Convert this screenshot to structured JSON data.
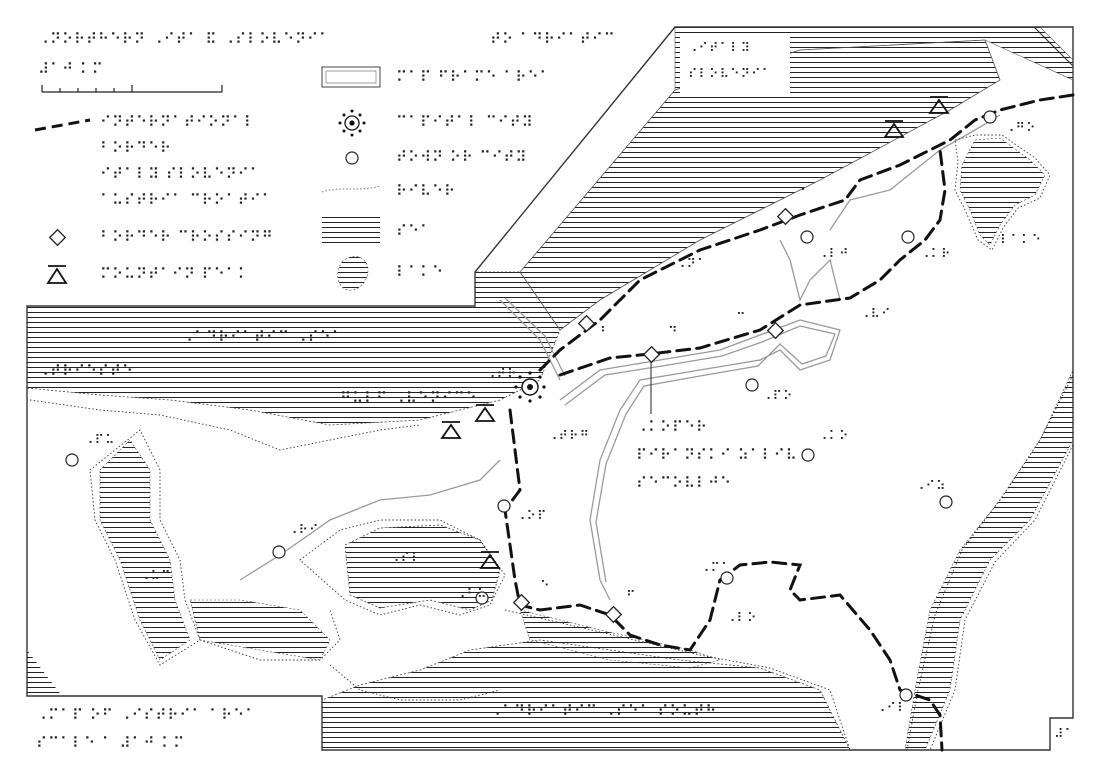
{
  "colors": {
    "ink": "#111111",
    "hatch": "#222222",
    "river": "#9a9a9a",
    "paper": "#ffffff"
  },
  "title": {
    "line1": "⠠⠝⠕⠗⠞⠓⠑⠗⠝ ⠠⠊⠞⠁ ⠯ ⠠⠎⠇⠕⠧⠑⠝⠊⠁",
    "line1b": "⠞⠕ ⠁⠙⠗⠊⠁⠞⠊⠉",
    "scale_text": "⠼⠁⠚ ⠅⠍"
  },
  "inset": {
    "line1": "⠠⠊⠞⠁⠇⠽",
    "line2": "⠎⠇⠕⠧⠑⠝⠊⠁"
  },
  "legend": {
    "items": [
      {
        "icon": "dashed-line-icon",
        "lines": [
          "⠊⠝⠞⠑⠗⠝⠁⠞⠊⠕⠝⠁⠇",
          "⠃⠕⠗⠙⠑⠗",
          "⠊⠞⠁⠇⠽ ⠎⠇⠕⠧⠑⠝⠊⠁",
          "⠁⠥⠎⠞⠗⠊⠁ ⠉⠗⠕⠁⠞⠊⠁"
        ]
      },
      {
        "icon": "diamond-icon",
        "lines": [
          "⠃⠕⠗⠙⠑⠗ ⠉⠗⠕⠎⠎⠊⠝⠛"
        ]
      },
      {
        "icon": "peak-icon",
        "lines": [
          "⠍⠕⠥⠝⠞⠁⠊⠝ ⠏⠑⠁⠅"
        ]
      },
      {
        "icon": "capital-icon",
        "lines": [
          "⠉⠁⠏⠊⠞⠁⠇ ⠉⠊⠞⠽"
        ]
      },
      {
        "icon": "town-icon",
        "lines": [
          "⠞⠕⠺⠝ ⠕⠗ ⠉⠊⠞⠽"
        ]
      },
      {
        "icon": "river-icon",
        "lines": [
          "⠗⠊⠧⠑⠗"
        ]
      },
      {
        "icon": "sea-icon",
        "lines": [
          "⠎⠑⠁"
        ]
      },
      {
        "icon": "lake-icon",
        "lines": [
          "⠇⠁⠅⠑"
        ]
      },
      {
        "icon": "frame-icon",
        "lines": [
          "⠍⠁⠏ ⠋⠗⠁⠍⠑ ⠁⠗⠑⠁"
        ]
      }
    ]
  },
  "labels": {
    "adriatic": "⠠⠁⠙⠗⠊⠁⠞⠊⠉ ⠠⠎⠑⠁",
    "gulf_trieste": "⠠⠞⠗⠊⠑⠎⠞⠑",
    "gulf_venice": "⠛⠥⠇⠋ ⠠⠧⠑⠝⠊⠉⠑",
    "bottom_sea": "⠠⠁⠙⠗⠊⠁⠞⠊⠉ ⠠⠎⠑⠁ ⠎⠕⠥⠞⠓",
    "koper_note1": "⠠⠅⠕⠏⠑⠗",
    "koper_note2": "⠏⠊⠗⠁⠝⠎⠅⠊ ⠵⠁⠇⠊⠧",
    "koper_note3": "⠎⠑⠉⠕⠧⠇⠚⠑",
    "lake_name": "⠇⠁⠅⠑",
    "footer1": "⠠⠍⠁⠏ ⠕⠋ ⠠⠊⠎⠞⠗⠊⠁ ⠁⠗⠑⠁",
    "footer2": "⠎⠉⠁⠇⠑ ⠁ ⠼⠁⠚ ⠅⠍",
    "corner": "⠼⠁"
  },
  "places": [
    {
      "name": "⠠⠞⠗",
      "role": "capital"
    },
    {
      "name": "⠠⠛⠕",
      "role": "town"
    },
    {
      "name": "⠠⠇⠚",
      "role": "town"
    },
    {
      "name": "⠠⠅⠗",
      "role": "town"
    },
    {
      "name": "⠠⠏⠕",
      "role": "town"
    },
    {
      "name": "⠠⠅⠕",
      "role": "town"
    },
    {
      "name": "⠠⠊⠵",
      "role": "town"
    },
    {
      "name": "⠠⠏⠥",
      "role": "town"
    },
    {
      "name": "⠠⠗⠊",
      "role": "town"
    },
    {
      "name": "⠠⠕⠏",
      "role": "town"
    },
    {
      "name": "⠠⠃⠥",
      "role": "town"
    },
    {
      "name": "⠠⠍⠁",
      "role": "town"
    },
    {
      "name": "⠠⠇⠕",
      "role": "town"
    },
    {
      "name": "⠠⠊⠇",
      "role": "town"
    }
  ],
  "crossings": [
    "⠁",
    "⠃",
    "⠉",
    "⠙",
    "⠑",
    "⠋"
  ],
  "peaks": [
    "⠠⠝⠁",
    "⠠⠧⠊",
    "⠠⠎⠇",
    "⠠⠞⠗⠛",
    "⠠⠥⠉"
  ]
}
